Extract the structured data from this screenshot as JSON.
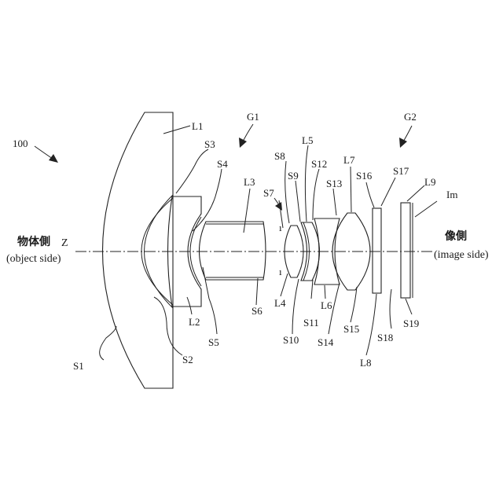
{
  "diagram": {
    "ref": "100",
    "group_labels": [
      "G1",
      "G2"
    ],
    "axis": {
      "object_side_cn": "物体側",
      "z": "Z",
      "object_side_en": "(object side)",
      "image_side_cn": "像側",
      "image_side_en": "(image side)"
    },
    "lens_labels": [
      "L1",
      "L2",
      "L3",
      "L4",
      "L5",
      "L6",
      "L7",
      "L8",
      "L9",
      "Im"
    ],
    "surface_labels": [
      "S1",
      "S2",
      "S3",
      "S4",
      "S5",
      "S6",
      "S7",
      "S8",
      "S9",
      "S10",
      "S11",
      "S12",
      "S13",
      "S14",
      "S15",
      "S16",
      "S17",
      "S18",
      "S19"
    ],
    "marks": {
      "upper": "ı",
      "lower": "ı"
    }
  }
}
